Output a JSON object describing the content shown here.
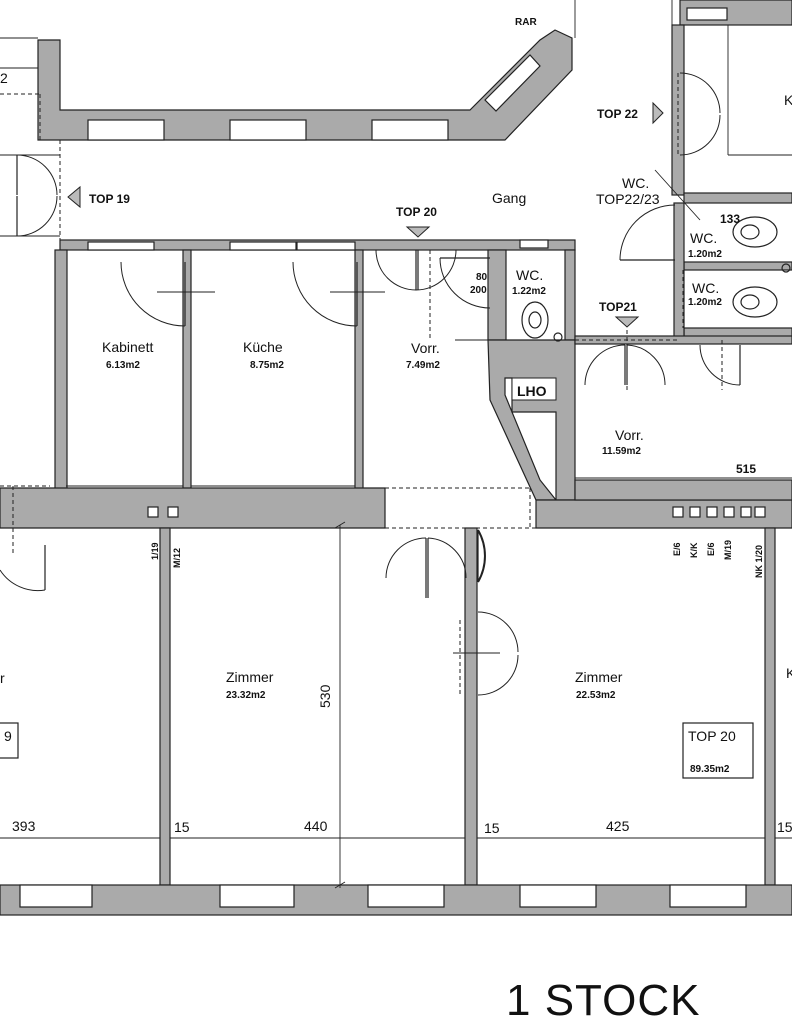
{
  "floor_title": "1 STOCK",
  "tops": {
    "top19": "TOP 19",
    "top20": "TOP 20",
    "top21": "TOP21",
    "top22": "TOP 22",
    "top20_box": "TOP 20",
    "top20_box_area": "89.35m2"
  },
  "rooms": {
    "gang": "Gang",
    "kabinett": "Kabinett",
    "kabinett_area": "6.13m2",
    "kueche": "Küche",
    "kueche_area": "8.75m2",
    "vorr_left": "Vorr.",
    "vorr_left_area": "7.49m2",
    "wc_small": "WC.",
    "wc_small_area": "1.22m2",
    "wc_small_dim_top": "80",
    "wc_small_dim_bottom": "200",
    "lho": "LHO",
    "wc_top2223": "WC.",
    "wc_top2223_sub": "TOP22/23",
    "wc_a": "WC.",
    "wc_a_area": "1.20m2",
    "wc_b": "WC.",
    "wc_b_area": "1.20m2",
    "dim_133": "133",
    "vorr_right": "Vorr.",
    "vorr_right_area": "11.59m2",
    "zimmer_mid": "Zimmer",
    "zimmer_mid_area": "23.32m2",
    "zimmer_right": "Zimmer",
    "zimmer_right_area": "22.53m2",
    "rar": "RAR"
  },
  "dims": {
    "d393": "393",
    "d15a": "15",
    "d440": "440",
    "d15b": "15",
    "d425": "425",
    "d15c": "15",
    "d530": "530",
    "d515": "515"
  },
  "vents": {
    "v1": "1/19",
    "v2": "M/12",
    "v3": "E/6",
    "v4": "K/K",
    "v5": "E/6",
    "v6": "M/19",
    "v7": "NK 1/20"
  },
  "edge_fragments": {
    "left_2": "2",
    "left_9": "9",
    "left_r": "r",
    "right_k": "K",
    "right_k2": "K"
  }
}
